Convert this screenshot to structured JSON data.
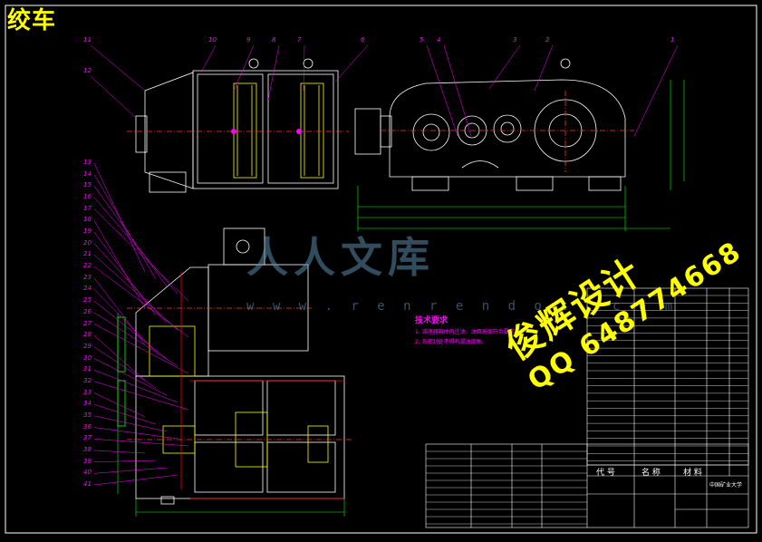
{
  "title_corner": "绞车",
  "watermark": {
    "brand_cn": "人人文库",
    "brand_url": "w w w . r e n r e n d o c . c o m",
    "designer": "俊辉设计",
    "qq": "QQ 648774668"
  },
  "tech_requirements": {
    "title": "技术要求",
    "lines": [
      "1. 减速器箱体内注油，油面高度符合要求。",
      "2. 各密封处不得有漏油现象。"
    ]
  },
  "part_labels_top": [
    "11",
    "12",
    "10",
    "9",
    "8",
    "7",
    "6",
    "5",
    "4",
    "3",
    "2",
    "1"
  ],
  "part_labels_left": [
    "13",
    "14",
    "15",
    "16",
    "17",
    "18",
    "19",
    "20",
    "21",
    "22",
    "23",
    "24",
    "25",
    "26",
    "27",
    "28",
    "29",
    "30",
    "31",
    "32",
    "33",
    "34",
    "35",
    "36",
    "37",
    "38",
    "39",
    "40",
    "41"
  ],
  "bom_headers": {
    "code": "代 号",
    "name": "名 称",
    "material": "材 料"
  },
  "title_block": {
    "university": "中国矿业大学"
  },
  "colors": {
    "background": "#000000",
    "outline": "#ffffff",
    "center_line": "#ff3333",
    "dimension": "#00ff00",
    "leader": "#ff00ff",
    "gear": "#ffff00"
  }
}
